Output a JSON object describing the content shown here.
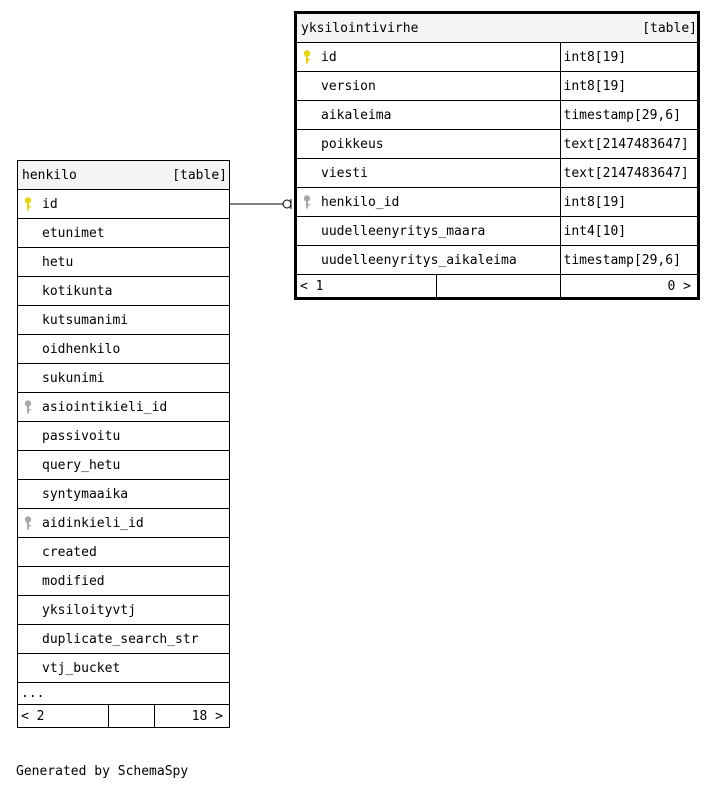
{
  "tables": {
    "henkilo": {
      "name": "henkilo",
      "kind": "[table]",
      "columns": [
        {
          "name": "id",
          "key": "primary"
        },
        {
          "name": "etunimet",
          "key": ""
        },
        {
          "name": "hetu",
          "key": ""
        },
        {
          "name": "kotikunta",
          "key": ""
        },
        {
          "name": "kutsumanimi",
          "key": ""
        },
        {
          "name": "oidhenkilo",
          "key": ""
        },
        {
          "name": "sukunimi",
          "key": ""
        },
        {
          "name": "asiointikieli_id",
          "key": "foreign"
        },
        {
          "name": "passivoitu",
          "key": ""
        },
        {
          "name": "query_hetu",
          "key": ""
        },
        {
          "name": "syntymaaika",
          "key": ""
        },
        {
          "name": "aidinkieli_id",
          "key": "foreign"
        },
        {
          "name": "created",
          "key": ""
        },
        {
          "name": "modified",
          "key": ""
        },
        {
          "name": "yksiloityvtj",
          "key": ""
        },
        {
          "name": "duplicate_search_str",
          "key": ""
        },
        {
          "name": "vtj_bucket",
          "key": ""
        }
      ],
      "more": "...",
      "footer": {
        "left": "< 2",
        "right": "18 >"
      }
    },
    "yksilointivirhe": {
      "name": "yksilointivirhe",
      "kind": "[table]",
      "columns": [
        {
          "name": "id",
          "type": "int8[19]",
          "key": "primary"
        },
        {
          "name": "version",
          "type": "int8[19]",
          "key": ""
        },
        {
          "name": "aikaleima",
          "type": "timestamp[29,6]",
          "key": ""
        },
        {
          "name": "poikkeus",
          "type": "text[2147483647]",
          "key": ""
        },
        {
          "name": "viesti",
          "type": "text[2147483647]",
          "key": ""
        },
        {
          "name": "henkilo_id",
          "type": "int8[19]",
          "key": "foreign"
        },
        {
          "name": "uudelleenyritys_maara",
          "type": "int4[10]",
          "key": ""
        },
        {
          "name": "uudelleenyritys_aikaleima",
          "type": "timestamp[29,6]",
          "key": ""
        }
      ],
      "footer": {
        "left": "< 1",
        "right": "0 >"
      }
    }
  },
  "key_colors": {
    "primary": "#e8d40c",
    "foreign": "#a8a8a8"
  },
  "credit": "Generated by SchemaSpy"
}
